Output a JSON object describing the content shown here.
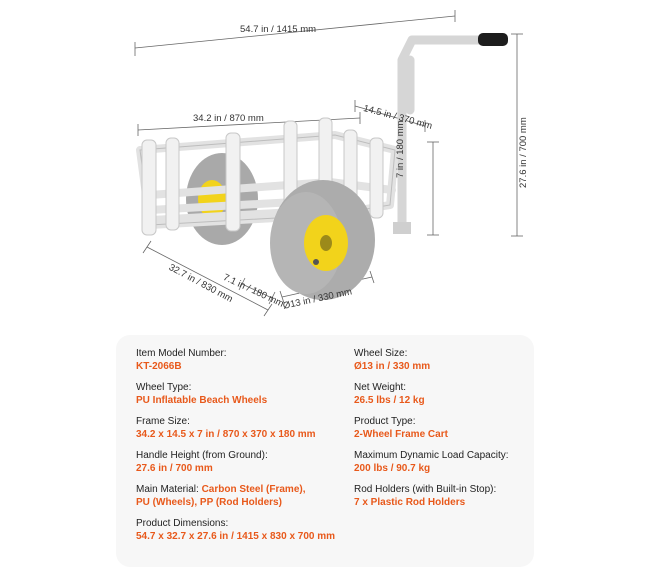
{
  "dimensions": {
    "overall_length": "54.7 in / 1415 mm",
    "frame_length": "34.2 in / 870 mm",
    "frame_width": "14.5 in / 370 mm",
    "frame_depth": "7 in / 180 mm",
    "handle_height": "27.6 in / 700 mm",
    "overall_width": "32.7 in / 830 mm",
    "wheel_width": "7.1 in / 180 mm",
    "wheel_diameter": "Ø13 in / 330 mm"
  },
  "specs": {
    "model": {
      "label": "Item Model Number:",
      "value": "KT-2066B"
    },
    "wheel_type": {
      "label": "Wheel Type:",
      "value": "PU Inflatable Beach Wheels"
    },
    "frame_size": {
      "label": "Frame Size:",
      "value": "34.2 x 14.5 x 7 in / 870 x 370 x 180 mm"
    },
    "handle_height": {
      "label": "Handle Height (from Ground):",
      "value": "27.6 in / 700 mm"
    },
    "main_material": {
      "label": "Main Material: ",
      "value_line1": "Carbon Steel (Frame),",
      "value_line2": "PU (Wheels), PP (Rod Holders)"
    },
    "product_dimensions": {
      "label": "Product Dimensions:",
      "value": "54.7 x 32.7 x 27.6 in / 1415 x 830 x 700 mm"
    },
    "wheel_size": {
      "label": "Wheel Size:",
      "value": "Ø13 in / 330 mm"
    },
    "net_weight": {
      "label": "Net Weight:",
      "value": "26.5 lbs / 12 kg"
    },
    "product_type": {
      "label": "Product Type:",
      "value": "2-Wheel Frame Cart"
    },
    "max_load": {
      "label": "Maximum Dynamic Load Capacity:",
      "value": "200 lbs / 90.7 kg"
    },
    "rod_holders": {
      "label": "Rod Holders  (with Built-in Stop):",
      "value": "7 x Plastic Rod Holders"
    }
  },
  "colors": {
    "accent": "#e8591b",
    "wheel_yellow": "#f2d31b",
    "tire_gray": "#a9a9a9",
    "frame_white": "#f4f4f4",
    "panel_bg": "#f7f7f7"
  }
}
